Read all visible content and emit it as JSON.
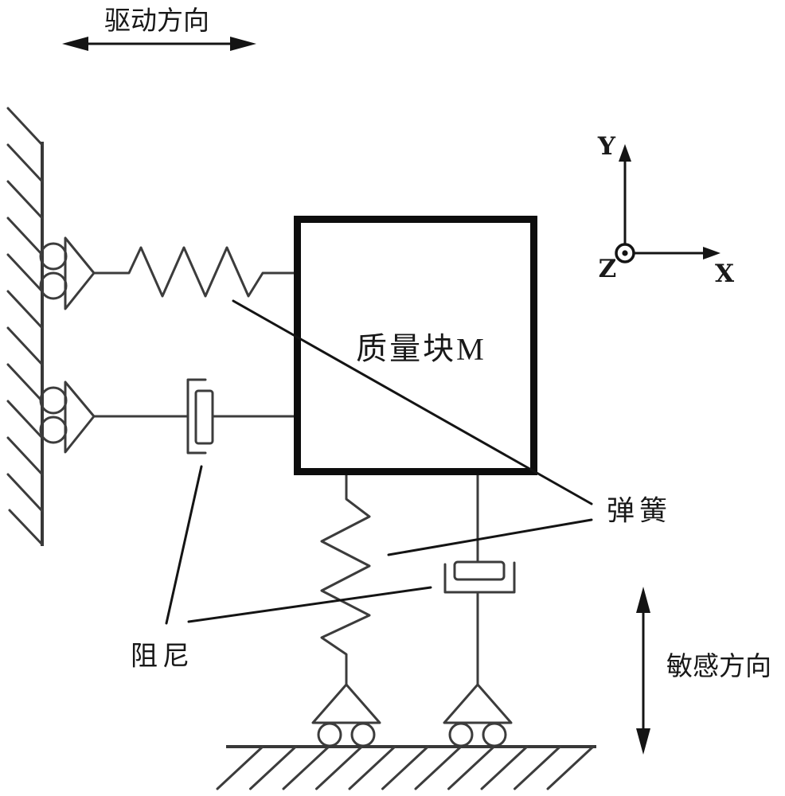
{
  "labels": {
    "drive_direction": "驱动方向",
    "sense_direction": "敏感方向",
    "mass_block": "质量块M",
    "spring": "弹簧",
    "damping": "阻尼"
  },
  "axes": {
    "x": "X",
    "y": "Y",
    "z": "Z"
  },
  "colors": {
    "background": "#ffffff",
    "component_line": "#3c3c3c",
    "ink": "#141414"
  }
}
